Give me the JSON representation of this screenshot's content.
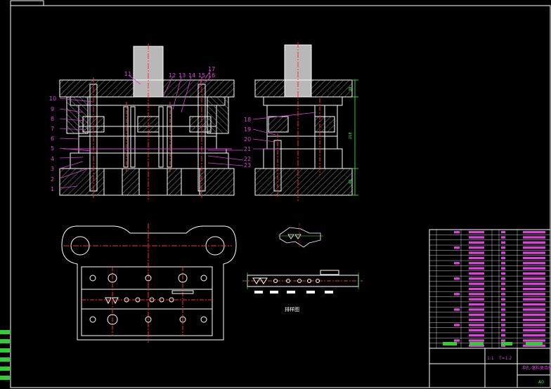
{
  "drawing": {
    "colors": {
      "background": "#000000",
      "outline": "#ffffff",
      "leader": "#e040e0",
      "centerline": "#ff3030",
      "dimension": "#40ff40",
      "hatch": "#9a9a9a",
      "part_gray": "#b8b8b8"
    },
    "part_numbers": [
      "1",
      "2",
      "3",
      "4",
      "5",
      "6",
      "7",
      "8",
      "9",
      "10",
      "11",
      "12",
      "13",
      "14",
      "15",
      "16",
      "17",
      "18",
      "19",
      "20",
      "21",
      "22",
      "23"
    ],
    "side_view_dimensions": [
      "38",
      "218",
      "40"
    ],
    "strip_caption": "排样图",
    "title_block": {
      "scale_text": "1:1",
      "thickness_text": "T=1.2",
      "drawing_title": "冲孔-落料复合模",
      "sheet_code": "A0"
    }
  }
}
